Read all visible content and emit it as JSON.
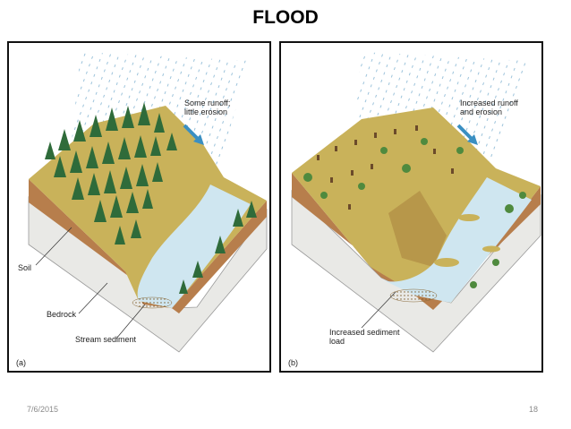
{
  "slide": {
    "title": "FLOOD",
    "date": "7/6/2015",
    "page_number": "18"
  },
  "panel_a": {
    "tag": "(a)",
    "callout": [
      "Some runoff;",
      "little erosion"
    ],
    "labels": {
      "soil": "Soil",
      "bedrock": "Bedrock",
      "sediment": "Stream sediment"
    }
  },
  "panel_b": {
    "tag": "(b)",
    "callout": [
      "Increased runoff",
      "and erosion"
    ],
    "labels": {
      "sediment_load": [
        "Increased sediment",
        "load"
      ]
    }
  },
  "colors": {
    "soil": "#b77e4c",
    "bedrock": "#e9e9e6",
    "land": "#c9b25a",
    "water": "#cfe6f0",
    "forest": "#2f6b3a",
    "rain": "#9cc3db",
    "arrow": "#3a8fc2"
  }
}
